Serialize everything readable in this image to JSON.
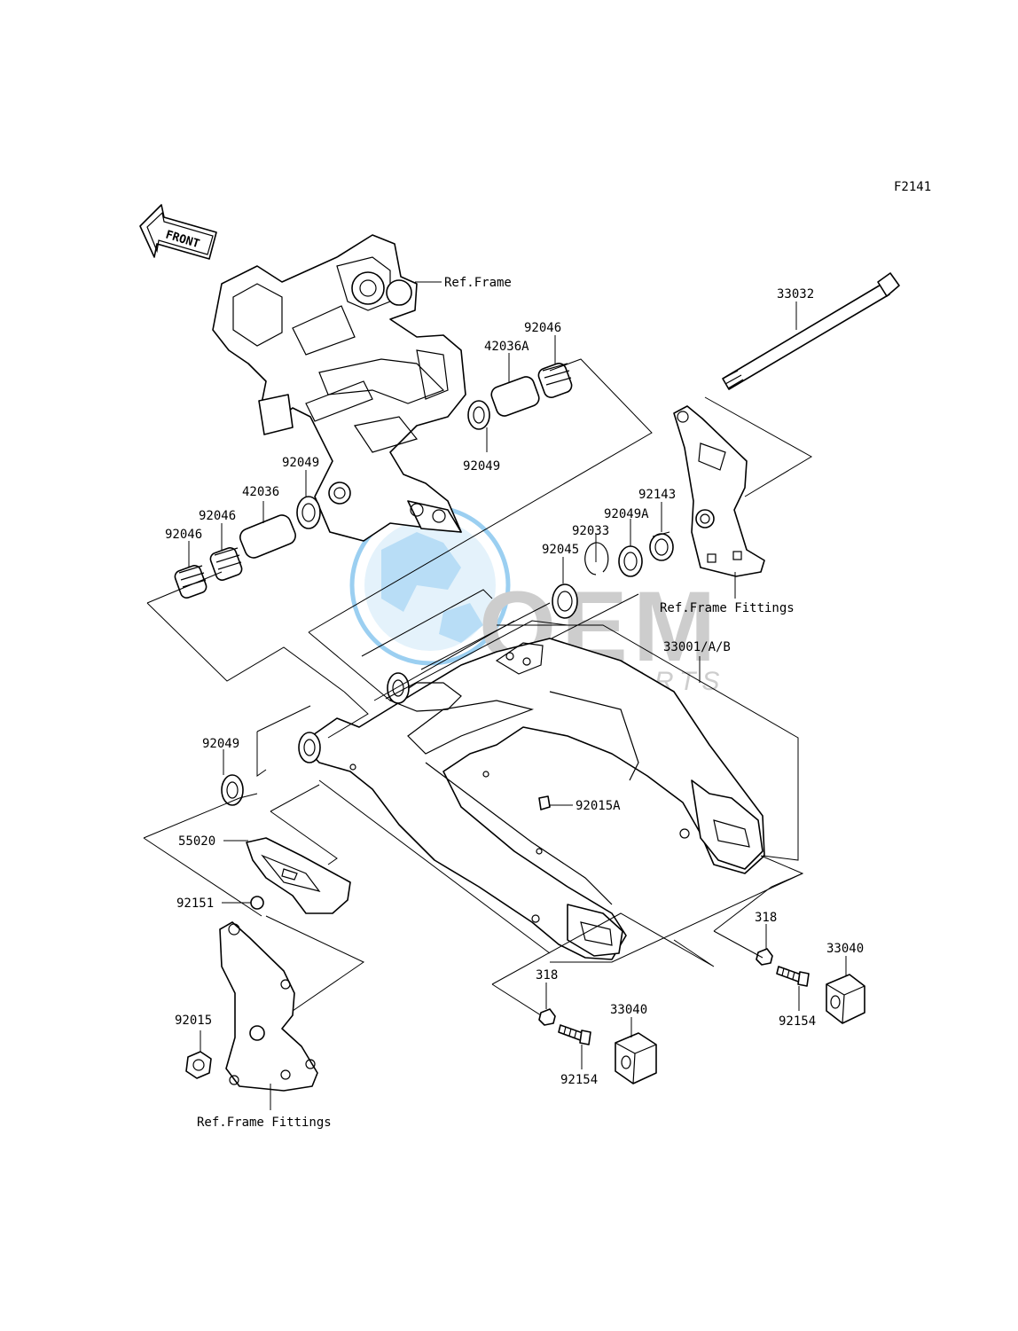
{
  "figure_code": "F2141",
  "direction_label": "FRONT",
  "watermark": {
    "brand": "OEM",
    "tagline": "MOTORPARTS",
    "colors": {
      "globe": "#4aa9e6",
      "letters": "#9a9a9a"
    }
  },
  "part_labels": [
    "Ref.Frame",
    "33032",
    "92046",
    "42036A",
    "92049",
    "92049",
    "42036",
    "92046",
    "92046",
    "92143",
    "92049A",
    "92033",
    "92045",
    "Ref.Frame Fittings",
    "33001/A/B",
    "92049",
    "92015A",
    "55020",
    "92151",
    "318",
    "33040",
    "92154",
    "318",
    "33040",
    "92154",
    "92015",
    "Ref.Frame Fittings"
  ]
}
